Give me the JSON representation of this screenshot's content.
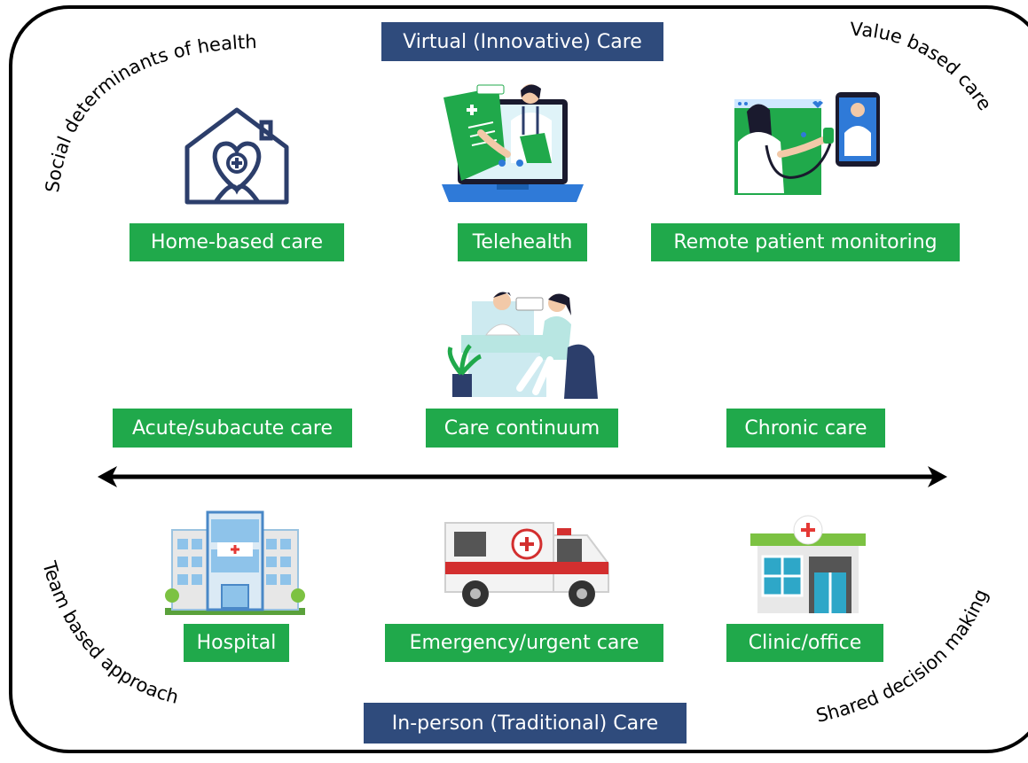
{
  "banners": {
    "top": "Virtual (Innovative) Care",
    "bottom": "In-person (Traditional) Care"
  },
  "corners": {
    "top_left": "Social determinants of health",
    "top_right": "Value based care",
    "bottom_left": "Team based approach",
    "bottom_right": "Shared decision making"
  },
  "labels": {
    "home_based_care": "Home-based care",
    "telehealth": "Telehealth",
    "remote_patient_monitoring": "Remote patient monitoring",
    "acute_subacute_care": "Acute/subacute care",
    "care_continuum": "Care continuum",
    "chronic_care": "Chronic care",
    "hospital": "Hospital",
    "emergency_urgent_care": "Emergency/urgent care",
    "clinic_office": "Clinic/office"
  },
  "icons": {
    "home": "home-heart-icon",
    "telehealth": "laptop-doctor-icon",
    "remote": "phone-monitoring-icon",
    "continuum": "doctor-patient-icon",
    "hospital": "hospital-building-icon",
    "ambulance": "ambulance-icon",
    "clinic": "clinic-building-icon"
  },
  "colors": {
    "label_green": "#20a94b",
    "banner_navy": "#2f4b7c",
    "icon_navy": "#2c3e6b",
    "frame": "#000000"
  }
}
